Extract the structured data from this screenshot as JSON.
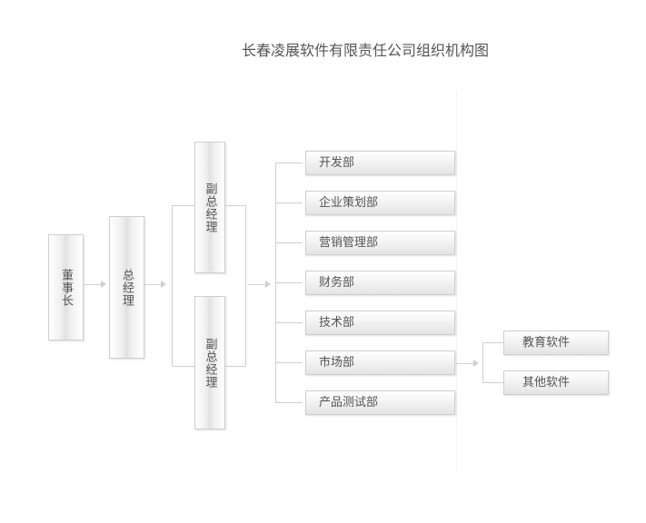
{
  "title": "长春凌展软件有限责任公司组织机构图",
  "chairman": "董事长",
  "general_manager": "总经理",
  "deputy_managers": [
    "副总经理",
    "副总经理"
  ],
  "departments": [
    "开发部",
    "企业策划部",
    "营销管理部",
    "财务部",
    "技术部",
    "市场部",
    "产品测试部"
  ],
  "market_sub": [
    "教育软件",
    "其他软件"
  ]
}
